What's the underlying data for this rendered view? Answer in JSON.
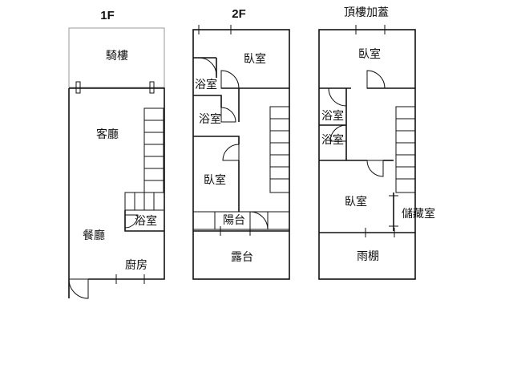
{
  "floors": [
    {
      "title": "1F",
      "rooms": {
        "arcade": "騎樓",
        "living": "客廳",
        "bath": "浴室",
        "dining": "餐廳",
        "kitchen": "廚房"
      }
    },
    {
      "title": "2F",
      "rooms": {
        "bedroom_top": "臥室",
        "bath_1": "浴室",
        "bath_2": "浴室",
        "bedroom_mid": "臥室",
        "balcony": "陽台",
        "terrace": "露台"
      }
    },
    {
      "title": "頂樓加蓋",
      "rooms": {
        "bedroom_top": "臥室",
        "bath_1": "浴室",
        "bath_2": "浴室",
        "bedroom_mid": "臥室",
        "storage": "儲藏室",
        "canopy": "雨棚"
      }
    }
  ]
}
